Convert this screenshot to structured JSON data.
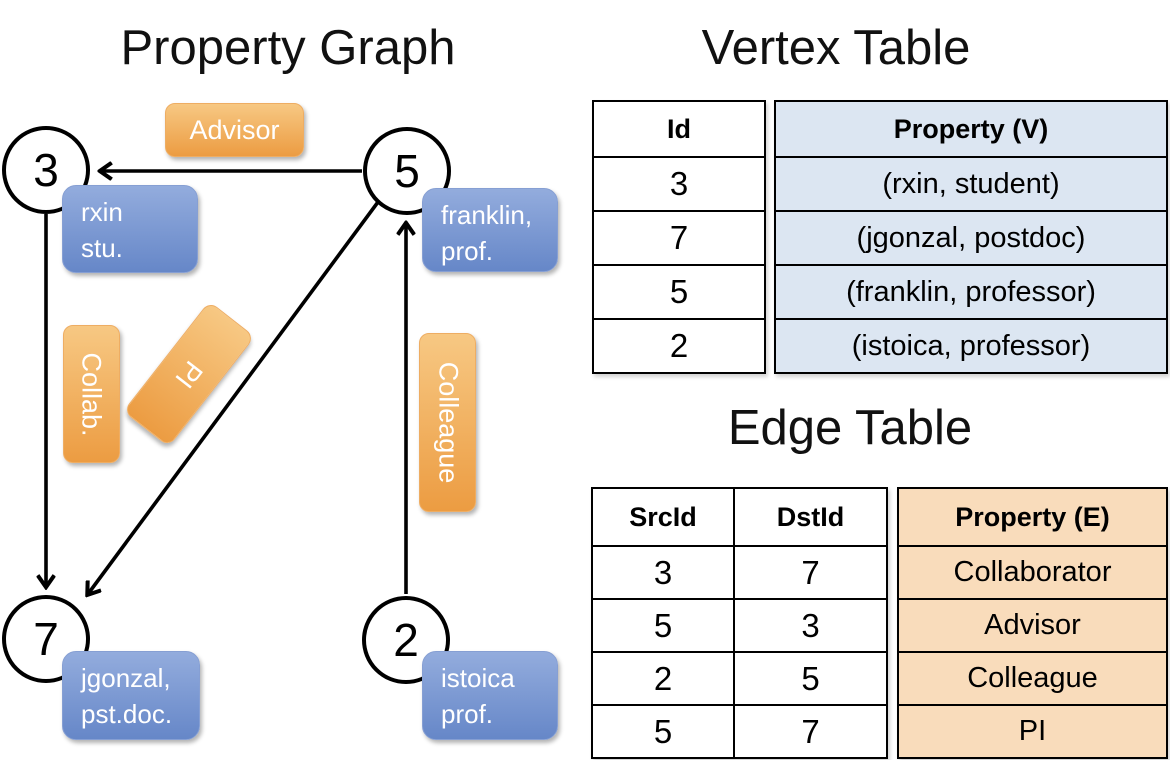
{
  "graph": {
    "title": "Property Graph",
    "nodes": {
      "n3": {
        "id": "3",
        "line1": "rxin",
        "line2": "stu."
      },
      "n5": {
        "id": "5",
        "line1": "franklin,",
        "line2": "prof."
      },
      "n7": {
        "id": "7",
        "line1": "jgonzal,",
        "line2": "pst.doc."
      },
      "n2": {
        "id": "2",
        "line1": "istoica",
        "line2": "prof."
      }
    },
    "edge_labels": {
      "advisor": "Advisor",
      "collab": "Collab.",
      "pi": "PI",
      "colleague": "Colleague"
    },
    "edges": [
      {
        "from": "5",
        "to": "3",
        "label": "Advisor"
      },
      {
        "from": "3",
        "to": "7",
        "label": "Collab."
      },
      {
        "from": "5",
        "to": "7",
        "label": "PI"
      },
      {
        "from": "2",
        "to": "5",
        "label": "Colleague"
      }
    ]
  },
  "vertex_table": {
    "title": "Vertex Table",
    "columns": [
      "Id",
      "Property (V)"
    ],
    "rows": [
      [
        "3",
        "(rxin, student)"
      ],
      [
        "7",
        "(jgonzal, postdoc)"
      ],
      [
        "5",
        "(franklin, professor)"
      ],
      [
        "2",
        "(istoica, professor)"
      ]
    ]
  },
  "edge_table": {
    "title": "Edge Table",
    "columns": [
      "SrcId",
      "DstId",
      "Property (E)"
    ],
    "rows": [
      [
        "3",
        "7",
        "Collaborator"
      ],
      [
        "5",
        "3",
        "Advisor"
      ],
      [
        "2",
        "5",
        "Colleague"
      ],
      [
        "5",
        "7",
        "PI"
      ]
    ]
  },
  "colors": {
    "edge_label_orange_top": "#f7c883",
    "edge_label_orange_bottom": "#ec9c42",
    "vertex_label_blue_top": "#93acdd",
    "vertex_label_blue_bottom": "#6687c8",
    "vertex_table_fill": "#dce6f2",
    "edge_table_fill": "#f9dcbb",
    "line_color": "#000000"
  }
}
